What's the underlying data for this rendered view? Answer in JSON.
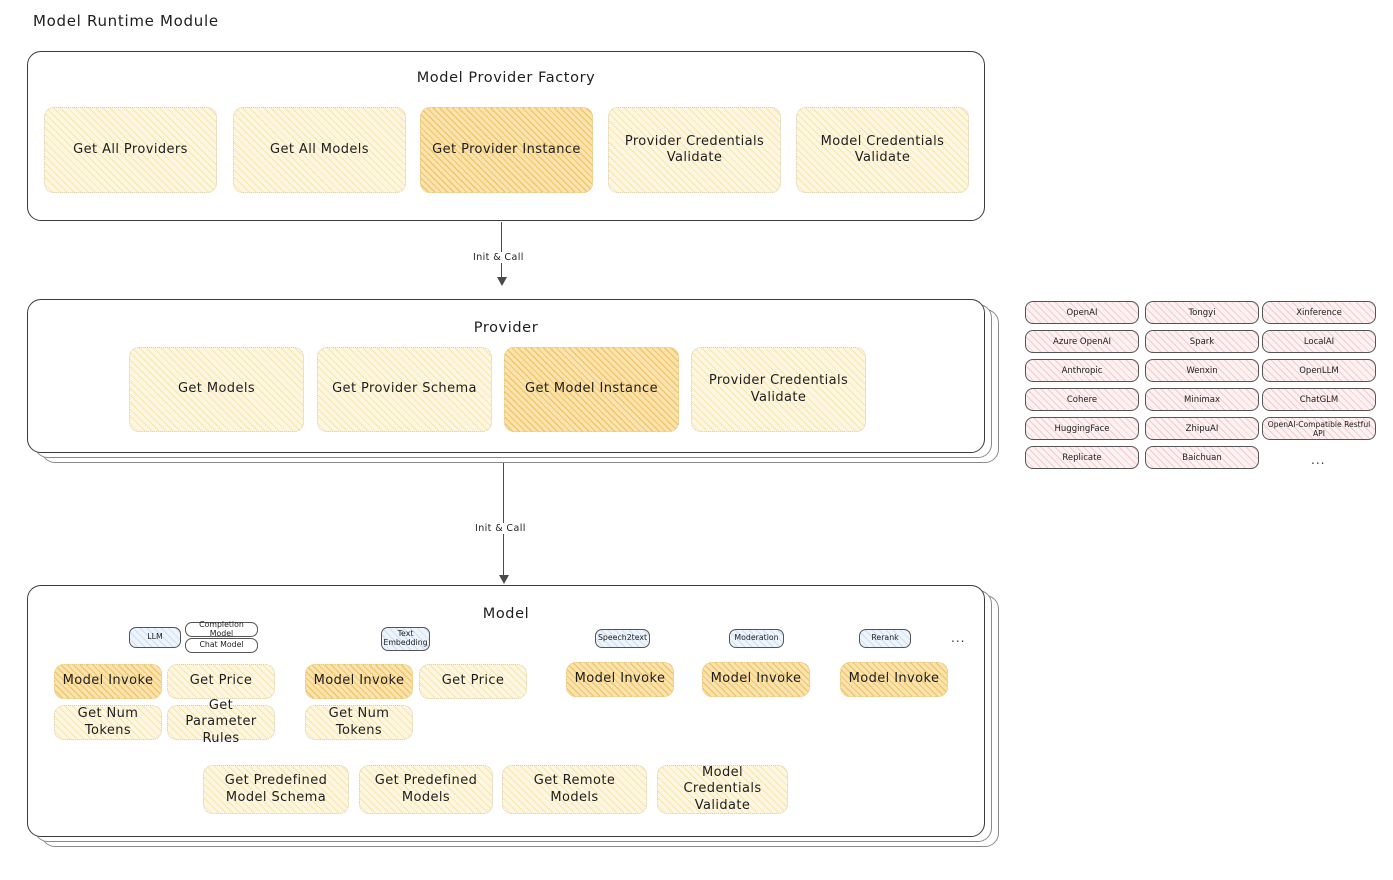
{
  "page": {
    "title": "Model Runtime Module"
  },
  "colors": {
    "fn_fill": "#fdf6e0",
    "fn_hatch": "#f6d682",
    "fn_highlight_fill": "#fbe3ae",
    "fn_highlight_hatch": "#e9b03a",
    "chip_fill": "#fdf1f1",
    "chip_hatch": "#e09696",
    "tag_blue_fill": "#eef4fb",
    "border": "#3b3b3b",
    "text": "#1e1e1e"
  },
  "factory": {
    "title": "Model Provider Factory",
    "boxes": [
      {
        "label": "Get All Providers",
        "highlighted": false
      },
      {
        "label": "Get All Models",
        "highlighted": false
      },
      {
        "label": "Get Provider Instance",
        "highlighted": true
      },
      {
        "label": "Provider Credentials Validate",
        "highlighted": false
      },
      {
        "label": "Model Credentials Validate",
        "highlighted": false
      }
    ]
  },
  "arrows": [
    {
      "label": "Init & Call"
    },
    {
      "label": "Init & Call"
    }
  ],
  "provider": {
    "title": "Provider",
    "boxes": [
      {
        "label": "Get Models",
        "highlighted": false
      },
      {
        "label": "Get Provider Schema",
        "highlighted": false
      },
      {
        "label": "Get Model Instance",
        "highlighted": true
      },
      {
        "label": "Provider Credentials Validate",
        "highlighted": false
      }
    ]
  },
  "provider_list": {
    "columns": [
      {
        "items": [
          "OpenAI",
          "Azure OpenAI",
          "Anthropic",
          "Cohere",
          "HuggingFace",
          "Replicate"
        ]
      },
      {
        "items": [
          "Tongyi",
          "Spark",
          "Wenxin",
          "Minimax",
          "ZhipuAI",
          "Baichuan"
        ]
      },
      {
        "items": [
          "Xinference",
          "LocalAI",
          "OpenLLM",
          "ChatGLM",
          "OpenAI-Compatible Restful API"
        ]
      }
    ],
    "more": "..."
  },
  "model": {
    "title": "Model",
    "more": "...",
    "groups": [
      {
        "name": "llm",
        "tags": [
          {
            "label": "LLM",
            "style": "blue"
          },
          {
            "label": "Completion Model",
            "style": "plain"
          },
          {
            "label": "Chat Model",
            "style": "plain"
          }
        ],
        "boxes": [
          {
            "label": "Model Invoke",
            "highlighted": true
          },
          {
            "label": "Get Price",
            "highlighted": false
          },
          {
            "label": "Get Num Tokens",
            "highlighted": false
          },
          {
            "label": "Get Parameter Rules",
            "highlighted": false
          }
        ]
      },
      {
        "name": "text-embedding",
        "tags": [
          {
            "label": "Text Embedding",
            "style": "blue"
          }
        ],
        "boxes": [
          {
            "label": "Model Invoke",
            "highlighted": true
          },
          {
            "label": "Get Price",
            "highlighted": false
          },
          {
            "label": "Get Num Tokens",
            "highlighted": false
          }
        ]
      },
      {
        "name": "speech2text",
        "tags": [
          {
            "label": "Speech2text",
            "style": "blue"
          }
        ],
        "boxes": [
          {
            "label": "Model Invoke",
            "highlighted": true
          }
        ]
      },
      {
        "name": "moderation",
        "tags": [
          {
            "label": "Moderation",
            "style": "blue"
          }
        ],
        "boxes": [
          {
            "label": "Model Invoke",
            "highlighted": true
          }
        ]
      },
      {
        "name": "rerank",
        "tags": [
          {
            "label": "Rerank",
            "style": "blue"
          }
        ],
        "boxes": [
          {
            "label": "Model Invoke",
            "highlighted": true
          }
        ]
      }
    ],
    "common_boxes": [
      {
        "label": "Get Predefined Model Schema"
      },
      {
        "label": "Get Predefined Models"
      },
      {
        "label": "Get Remote Models"
      },
      {
        "label": "Model Credentials Validate"
      }
    ]
  }
}
